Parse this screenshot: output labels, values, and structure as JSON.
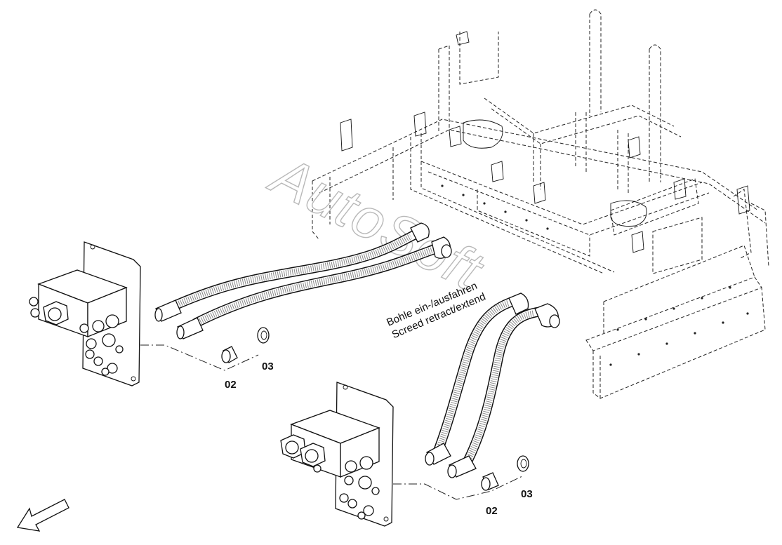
{
  "watermark": "AutoSoft",
  "caption": {
    "line1": "Bohle ein-/ausfahren",
    "line2": "Screed retract/extend"
  },
  "parts": [
    {
      "id": "upper-plug",
      "label": "02"
    },
    {
      "id": "upper-seal",
      "label": "03"
    },
    {
      "id": "lower-plug",
      "label": "02"
    },
    {
      "id": "lower-seal",
      "label": "03"
    }
  ],
  "icons": {
    "direction_arrow": "arrow-down-left-icon"
  }
}
